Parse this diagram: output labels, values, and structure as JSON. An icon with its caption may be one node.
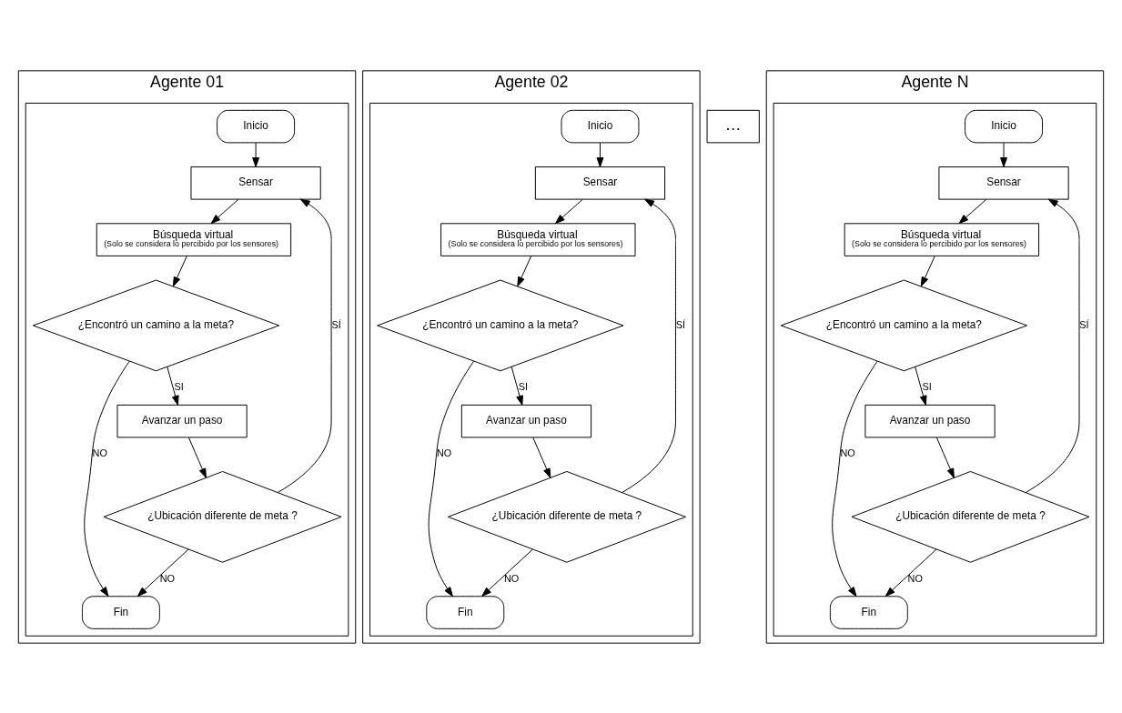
{
  "diagram": {
    "nodes": [
      {
        "text": [
          "Agente 01"
        ]
      },
      {
        "text": [],
        "shape": "box",
        "in": 0
      },
      {
        "text": [
          "Inicio"
        ],
        "in": 1
      },
      {
        "text": [
          "Sensar"
        ],
        "in": 1
      },
      {
        "text": [
          "Búsqueda virtual",
          "(Solo se considera lo percibido por los sensores)"
        ],
        "in": 1
      },
      {
        "text": [
          "¿Encontró un camino a la meta?"
        ],
        "in": 1
      },
      {
        "text": [
          "Avanzar un paso"
        ],
        "in": 1
      },
      {
        "text": [
          "¿Ubicación diferente de meta ?"
        ],
        "in": 1
      },
      {
        "text": [
          "Fin"
        ],
        "in": 1
      },
      {
        "text": [
          "Agente 02"
        ]
      },
      {
        "text": [],
        "shape": "box",
        "in": 9
      },
      {
        "text": [
          "Inicio"
        ],
        "in": 10
      },
      {
        "text": [
          "Sensar"
        ],
        "in": 10
      },
      {
        "text": [
          "Búsqueda virtual",
          "(Solo se considera lo percibido por los sensores)"
        ],
        "in": 10
      },
      {
        "text": [
          "¿Encontró un camino a la meta?"
        ],
        "in": 10
      },
      {
        "text": [
          "Avanzar un paso"
        ],
        "in": 10
      },
      {
        "text": [
          "¿Ubicación diferente de meta ?"
        ],
        "in": 10
      },
      {
        "text": [
          "Fin"
        ],
        "in": 10
      },
      {
        "text": [
          "…"
        ]
      },
      {
        "text": [
          "Agente N"
        ]
      },
      {
        "text": [],
        "shape": "box",
        "in": 19
      },
      {
        "text": [
          "Inicio"
        ],
        "in": 20
      },
      {
        "text": [
          "Sensar"
        ],
        "in": 20
      },
      {
        "text": [
          "Búsqueda virtual",
          "(Solo se considera lo percibido por los sensores)"
        ],
        "in": 20
      },
      {
        "text": [
          "¿Encontró un camino a la meta?"
        ],
        "in": 20
      },
      {
        "text": [
          "Avanzar un paso"
        ],
        "in": 20
      },
      {
        "text": [
          "¿Ubicación diferente de meta ?"
        ],
        "in": 20
      },
      {
        "text": [
          "Fin"
        ],
        "in": 20
      }
    ],
    "edges": [
      {
        "from": 2,
        "to": 3,
        "arrow": "to"
      },
      {
        "from": 3,
        "to": 4,
        "arrow": "to"
      },
      {
        "from": 4,
        "to": 5,
        "arrow": "to"
      },
      {
        "from": 5,
        "to": 6,
        "arrow": "to",
        "label": "SI"
      },
      {
        "from": 5,
        "to": 8,
        "arrow": "to",
        "label": "NO"
      },
      {
        "from": 6,
        "to": 7,
        "arrow": "to"
      },
      {
        "from": 7,
        "to": 8,
        "arrow": "to",
        "label": "NO"
      },
      {
        "from": 7,
        "to": 3,
        "arrow": "to",
        "label": "SÍ"
      },
      {
        "from": 11,
        "to": 12,
        "arrow": "to"
      },
      {
        "from": 12,
        "to": 13,
        "arrow": "to"
      },
      {
        "from": 13,
        "to": 14,
        "arrow": "to"
      },
      {
        "from": 14,
        "to": 15,
        "arrow": "to",
        "label": "SI"
      },
      {
        "from": 14,
        "to": 17,
        "arrow": "to",
        "label": "NO"
      },
      {
        "from": 15,
        "to": 16,
        "arrow": "to"
      },
      {
        "from": 16,
        "to": 17,
        "arrow": "to",
        "label": "NO"
      },
      {
        "from": 16,
        "to": 12,
        "arrow": "to",
        "label": "SÍ"
      },
      {
        "from": 21,
        "to": 22,
        "arrow": "to"
      },
      {
        "from": 22,
        "to": 23,
        "arrow": "to"
      },
      {
        "from": 23,
        "to": 24,
        "arrow": "to"
      },
      {
        "from": 24,
        "to": 25,
        "arrow": "to",
        "label": "SI"
      },
      {
        "from": 24,
        "to": 27,
        "arrow": "to",
        "label": "NO"
      },
      {
        "from": 25,
        "to": 26,
        "arrow": "to"
      },
      {
        "from": 26,
        "to": 27,
        "arrow": "to",
        "label": "NO"
      },
      {
        "from": 26,
        "to": 22,
        "arrow": "to",
        "label": "SÍ"
      }
    ]
  }
}
